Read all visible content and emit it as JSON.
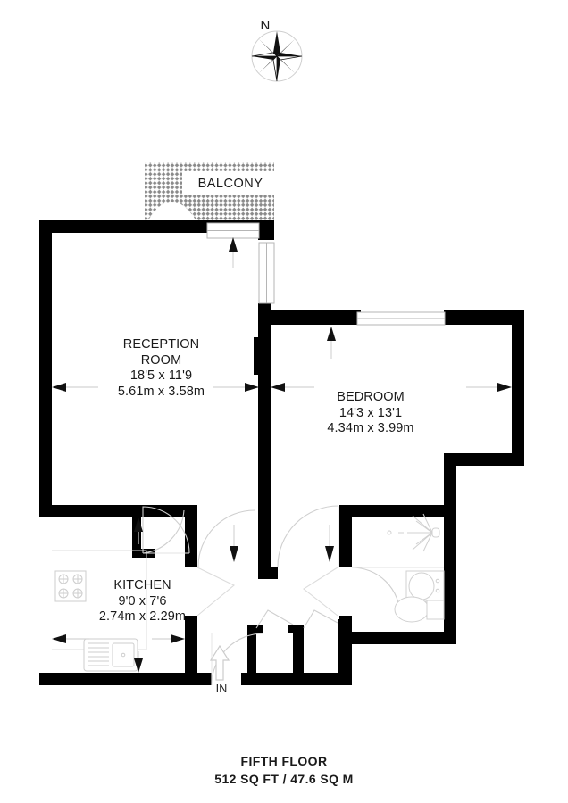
{
  "compass": {
    "north_label": "N",
    "icon": "compass-rose-icon"
  },
  "balcony": {
    "label": "BALCONY"
  },
  "rooms": [
    {
      "key": "reception",
      "name_line1": "RECEPTION",
      "name_line2": "ROOM",
      "dim_imperial": "18'5 x 11'9",
      "dim_metric": "5.61m x 3.58m"
    },
    {
      "key": "bedroom",
      "name_line1": "BEDROOM",
      "name_line2": "",
      "dim_imperial": "14'3 x 13'1",
      "dim_metric": "4.34m x 3.99m"
    },
    {
      "key": "kitchen",
      "name_line1": "KITCHEN",
      "name_line2": "",
      "dim_imperial": "9'0 x 7'6",
      "dim_metric": "2.74m x 2.29m"
    }
  ],
  "entrance": {
    "label": "IN",
    "icon": "entrance-arrow-icon"
  },
  "footer": {
    "floor": "FIFTH FLOOR",
    "area": "512 SQ FT / 47.6 SQ M"
  },
  "fixtures": [
    {
      "name": "kitchen-hob",
      "room": "kitchen"
    },
    {
      "name": "kitchen-sink",
      "room": "kitchen"
    },
    {
      "name": "bathroom-shower",
      "room": "bathroom"
    },
    {
      "name": "bathroom-basin",
      "room": "bathroom"
    },
    {
      "name": "bathroom-toilet",
      "room": "bathroom"
    }
  ],
  "colors": {
    "wall": "#000000",
    "background": "#ffffff",
    "hatch": "#7d7d7d",
    "fixture_line": "#c9c9c9",
    "dimension_line": "#d2d2d2",
    "text": "#1a1a1a"
  }
}
